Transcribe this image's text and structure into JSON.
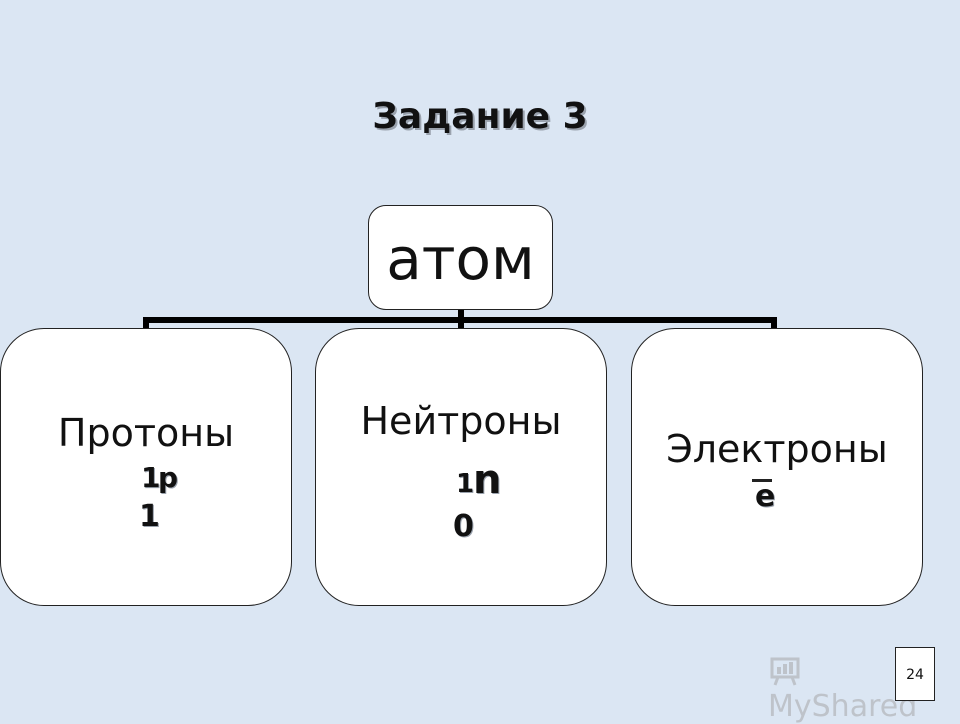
{
  "title": "Задание 3",
  "root": {
    "label": "атом"
  },
  "children": [
    {
      "label": "Протоны",
      "symbol": "p",
      "top_index": "1",
      "bottom_index": "1"
    },
    {
      "label": "Нейтроны",
      "symbol": "n",
      "top_index": "1",
      "bottom_index": "0"
    },
    {
      "label": "Электроны",
      "symbol": "e"
    }
  ],
  "page_number": "24",
  "watermark": "MyShared"
}
